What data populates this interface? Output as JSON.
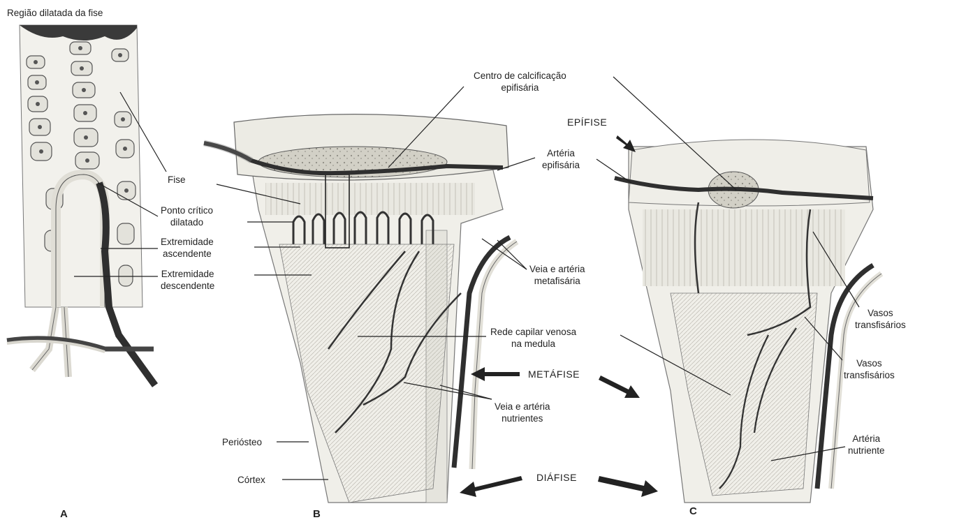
{
  "labels": {
    "regiao_dilatada": "Região dilatada da fise",
    "fise": "Fise",
    "ponto_critico": [
      "Ponto crítico",
      "dilatado"
    ],
    "extremidade_ascendente": [
      "Extremidade",
      "ascendente"
    ],
    "extremidade_descendente": [
      "Extremidade",
      "descendente"
    ],
    "centro_calcificacao": [
      "Centro de calcificação",
      "epifisária"
    ],
    "arteria_epifisaria": [
      "Artéria",
      "epifisária"
    ],
    "epifise": "EPÍFISE",
    "veia_arteria_metafisaria": [
      "Veia e artéria",
      "metafisária"
    ],
    "rede_capilar": [
      "Rede capilar venosa",
      "na medula"
    ],
    "vasos_transfisarios_1": [
      "Vasos",
      "transfisários"
    ],
    "vasos_transfisarios_2": [
      "Vasos",
      "transfisários"
    ],
    "metafise": "METÁFISE",
    "veia_arteria_nutrientes": [
      "Veia e artéria",
      "nutrientes"
    ],
    "arteria_nutriente": [
      "Artéria",
      "nutriente"
    ],
    "periosteo": "Periósteo",
    "cortex": "Córtex",
    "diafise": "DIÁFISE"
  },
  "panels": {
    "a": "A",
    "b": "B",
    "c": "C"
  },
  "colors": {
    "bone": "#f1f0ea",
    "cartilage": "#e6e5de",
    "marrow": "#cfcdc4",
    "vessel_dark": "#2e2e2e",
    "vessel_light": "#e2e0d8",
    "line": "#222222"
  }
}
